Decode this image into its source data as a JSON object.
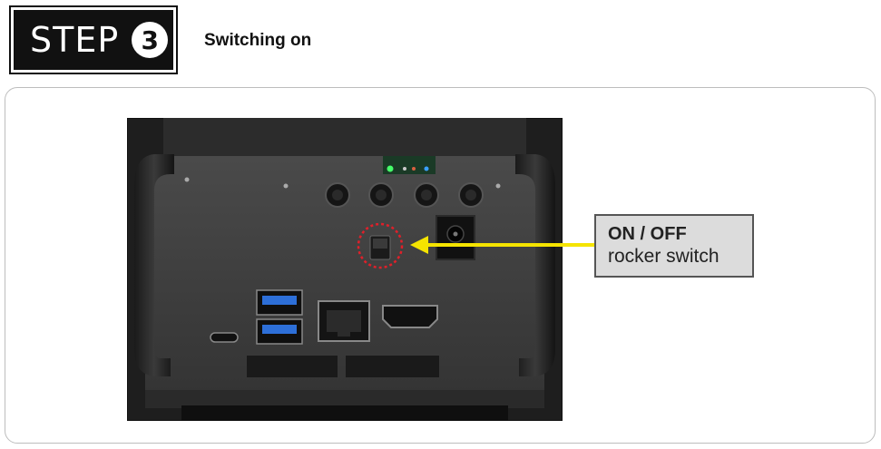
{
  "step": {
    "word": "STEP",
    "number": "3"
  },
  "title": "Switching on",
  "callout": {
    "line1": "ON / OFF",
    "line2": "rocker switch"
  },
  "colors": {
    "arrow": "#f5e400",
    "highlight_circle": "#e0202a",
    "badge": "#111111",
    "callout_bg": "#dcdcdc"
  }
}
